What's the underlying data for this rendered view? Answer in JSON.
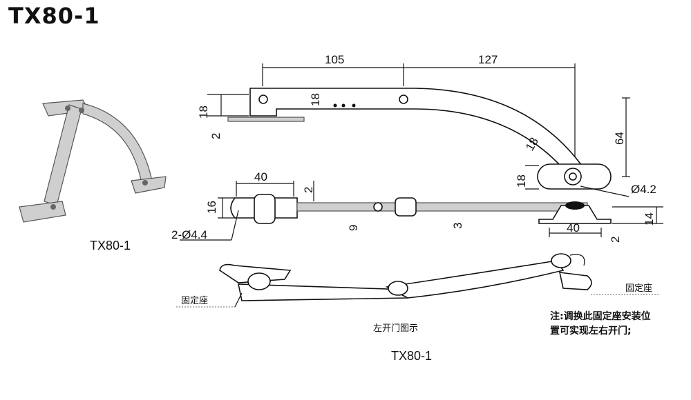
{
  "title": "TX80-1",
  "photo_caption": "TX80-1",
  "drawing_caption": "TX80-1",
  "dimensions": {
    "top_left_length": "105",
    "top_right_length": "127",
    "bracket_height": "18",
    "arm_width": "18",
    "plate_thickness": "2",
    "arm_curve_width": "18",
    "total_height": "64",
    "base_height": "18",
    "hole_dia_right": "Ø4.2",
    "side_length": "40",
    "side_gap": "2",
    "side_height": "16",
    "holes_left": "2-Ø4.4",
    "rivet_offset": "9",
    "rod_thickness": "3",
    "base_bracket_height": "14",
    "base_bracket_length": "40",
    "base_plate_thickness": "2"
  },
  "labels": {
    "fixed_seat_left": "固定座",
    "fixed_seat_right": "固定座",
    "left_open_view": "左开门图示",
    "note_line1": "注:调换此固定座安装位",
    "note_line2": "置可实现左右开门;"
  }
}
